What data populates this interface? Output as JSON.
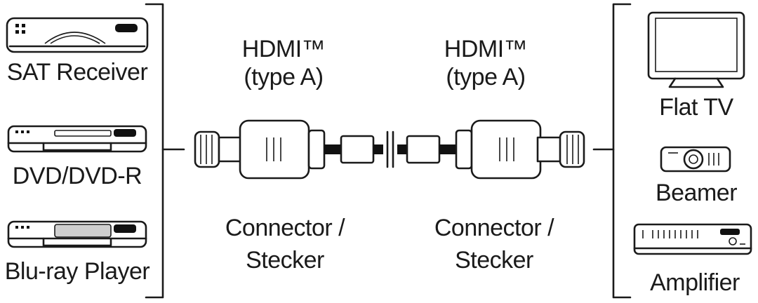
{
  "left_devices": [
    {
      "label": "SAT Receiver",
      "icon": "sat-receiver-icon"
    },
    {
      "label": "DVD/DVD-R",
      "icon": "dvd-player-icon"
    },
    {
      "label": "Blu-ray Player",
      "icon": "bluray-player-icon"
    }
  ],
  "right_devices": [
    {
      "label": "Flat TV",
      "icon": "flat-tv-icon"
    },
    {
      "label": "Beamer",
      "icon": "projector-icon"
    },
    {
      "label": "Amplifier",
      "icon": "amplifier-icon"
    }
  ],
  "cable": {
    "left_end": {
      "type_line1": "HDMI™",
      "type_line2": "(type A)",
      "connector_line1": "Connector /",
      "connector_line2": "Stecker"
    },
    "right_end": {
      "type_line1": "HDMI™",
      "type_line2": "(type A)",
      "connector_line1": "Connector /",
      "connector_line2": "Stecker"
    }
  }
}
